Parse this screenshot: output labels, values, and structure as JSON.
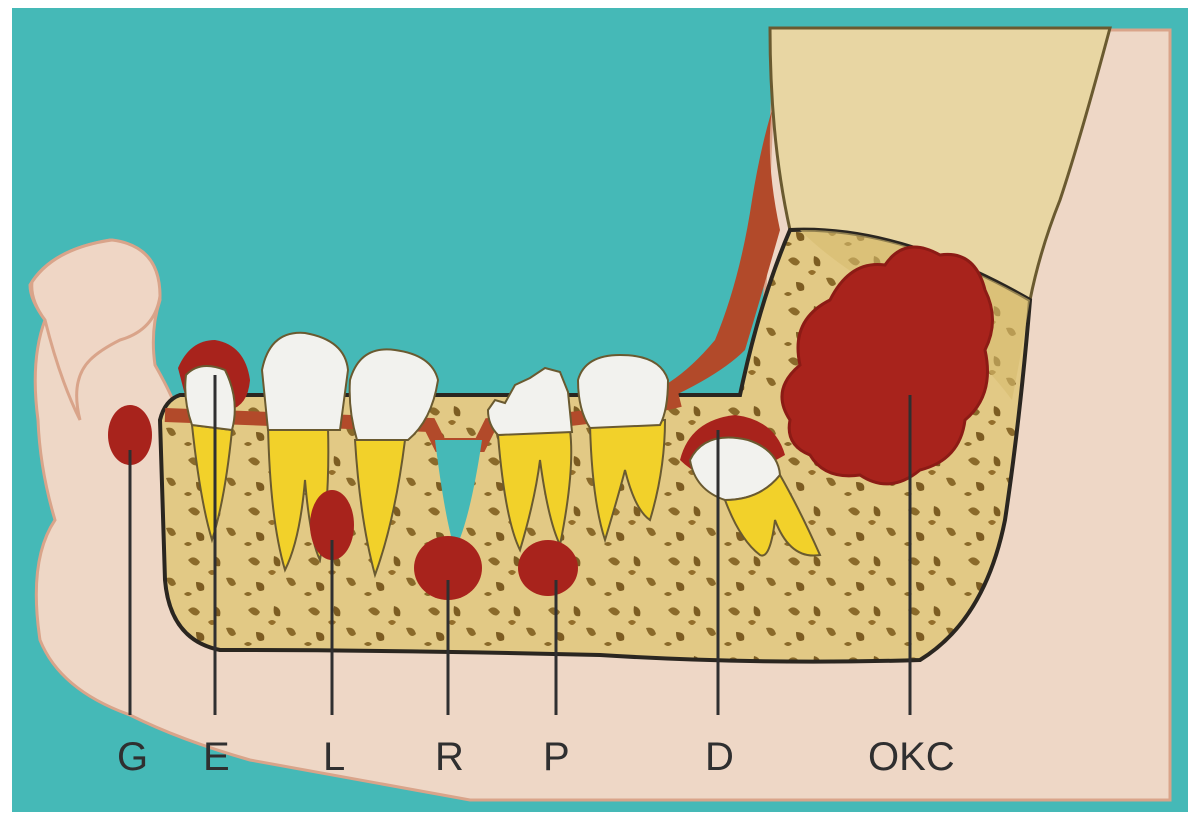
{
  "labels": {
    "g": "G",
    "e": "E",
    "l": "L",
    "r": "R",
    "p": "P",
    "d": "D",
    "okc": "OKC"
  },
  "colors": {
    "background": "#45b9b7",
    "frame": "#ffffff",
    "soft_tissue": "#eed7c6",
    "bone": "#e5cf8e",
    "bone_dark": "#c9a953",
    "root": "#f2d12a",
    "enamel": "#f2f2ee",
    "cyst": "#a8231c",
    "gingiva": "#b24a2a",
    "outline": "#2a2620"
  }
}
